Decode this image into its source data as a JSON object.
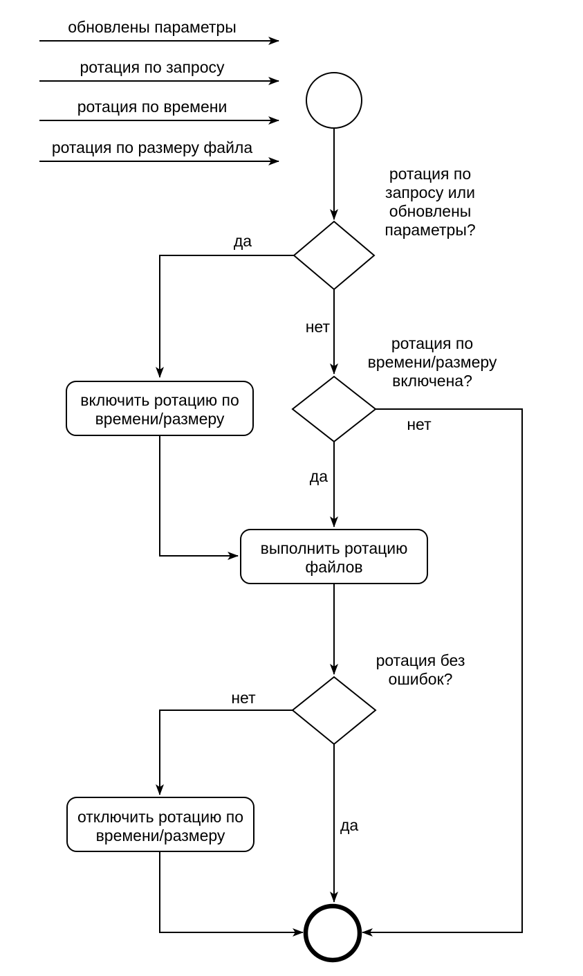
{
  "flowchart": {
    "colors": {
      "background": "#ffffff",
      "stroke": "#000000",
      "text": "#000000"
    },
    "inputs": [
      {
        "label": "обновлены параметры"
      },
      {
        "label": "ротация по запросу"
      },
      {
        "label": "ротация по времени"
      },
      {
        "label": "ротация по размеру файла"
      }
    ],
    "decisions": [
      {
        "question_lines": [
          "ротация по",
          "запросу или",
          "обновлены",
          "параметры?"
        ],
        "yes": "да",
        "no": "нет"
      },
      {
        "question_lines": [
          "ротация по",
          "времени/размеру",
          "включена?"
        ],
        "yes": "да",
        "no": "нет"
      },
      {
        "question_lines": [
          "ротация без",
          "ошибок?"
        ],
        "yes": "да",
        "no": "нет"
      }
    ],
    "processes": [
      {
        "lines": [
          "включить ротацию по",
          "времени/размеру"
        ]
      },
      {
        "lines": [
          "выполнить ротацию",
          "файлов"
        ]
      },
      {
        "lines": [
          "отключить ротацию по",
          "времени/размеру"
        ]
      }
    ]
  }
}
